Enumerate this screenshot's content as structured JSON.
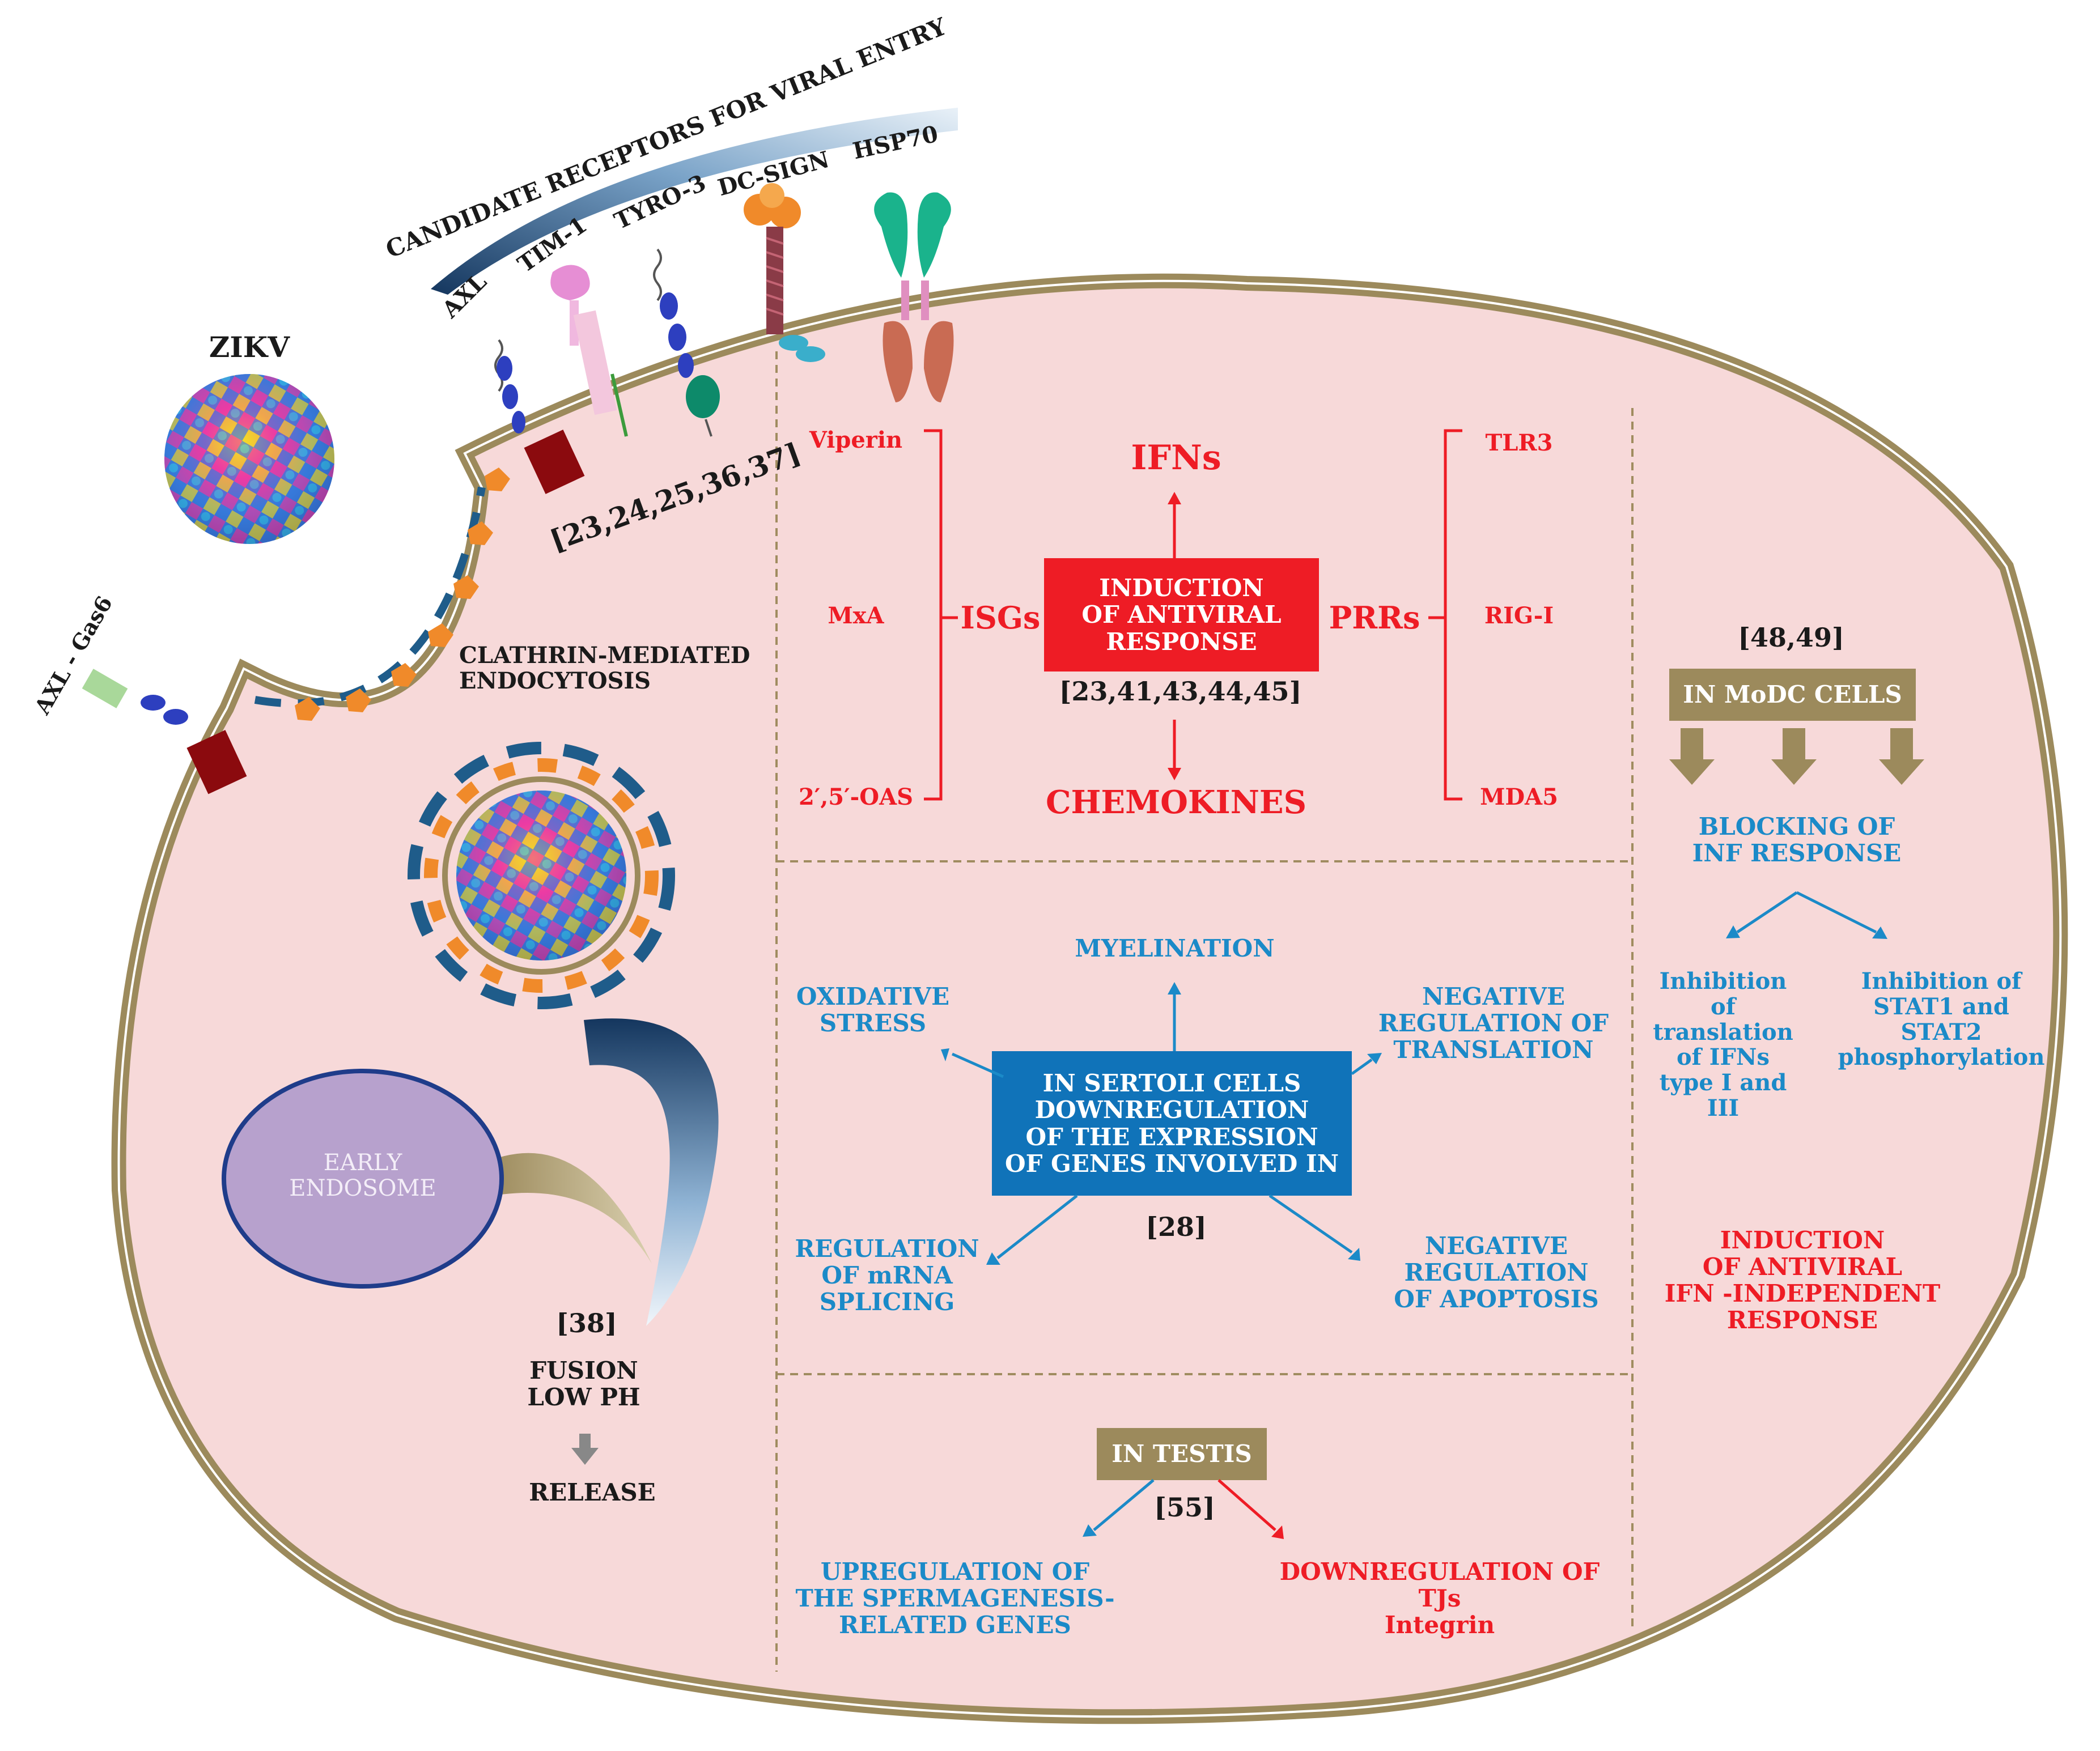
{
  "virus": {
    "label": "ZIKV"
  },
  "receptors": {
    "header": "CANDIDATE RECEPTORS FOR VIRAL ENTRY",
    "names": [
      "AXL",
      "TIM-1",
      "TYRO-3",
      "DC-SIGN",
      "HSP70"
    ],
    "refs": "[23,24,25,36,37]",
    "axl_gas6": "AXL - Gas6"
  },
  "entry": {
    "clathrin": "CLATHRIN-MEDIATED\nENDOCYTOSIS",
    "early_endosome": "EARLY\nENDOSOME",
    "ref": "[38]",
    "fusion": "FUSION\nLOW PH",
    "release": "RELEASE"
  },
  "antiviral": {
    "ifns": "IFNs",
    "chemokines": "CHEMOKINES",
    "center_box": "INDUCTION\nOF ANTIVIRAL\nRESPONSE",
    "refs": "[23,41,43,44,45]",
    "isgs_label": "ISGs",
    "isgs": [
      "Viperin",
      "MxA",
      "2′,5′-OAS"
    ],
    "prrs_label": "PRRs",
    "prrs": [
      "TLR3",
      "RIG-I",
      "MDA5"
    ]
  },
  "sertoli": {
    "center_box": "IN SERTOLI CELLS\nDOWNREGULATION\nOF THE EXPRESSION\nOF GENES INVOLVED IN",
    "ref": "[28]",
    "myelination": "MYELINATION",
    "oxidative": "OXIDATIVE\nSTRESS",
    "neg_translation": "NEGATIVE\nREGULATION OF\nTRANSLATION",
    "mrna_splicing": "REGULATION\nOF mRNA\nSPLICING",
    "neg_apoptosis": "NEGATIVE\nREGULATION\nOF APOPTOSIS"
  },
  "testis": {
    "box": "IN TESTIS",
    "ref": "[55]",
    "upregulation": "UPREGULATION OF\nTHE SPERMAGENESIS-\nRELATED GENES",
    "downregulation": "DOWNREGULATION OF\nTJs\nIntegrin"
  },
  "modc": {
    "ref": "[48,49]",
    "box": "IN MoDC CELLS",
    "blocking": "BLOCKING OF\nINF RESPONSE",
    "inhibit_translation": "Inhibition\nof\ntranslation\nof IFNs\ntype I and\nIII",
    "inhibit_stat": "Inhibition of\nSTAT1 and\nSTAT2\nphosphorylation",
    "induction": "INDUCTION\nOF ANTIVIRAL\nIFN -INDEPENDENT\nRESPONSE"
  },
  "colors": {
    "cell_fill": "#f7d9d9",
    "membrane": "#9c8a5c",
    "red": "#ee1c25",
    "blue": "#1b8ac8",
    "olive_box": "#9c8a5c",
    "blue_box": "#1073b9"
  }
}
